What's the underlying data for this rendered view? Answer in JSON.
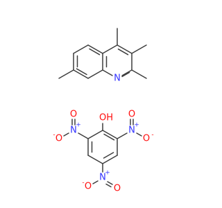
{
  "colors": {
    "bond": "#3d3d3d",
    "nitrogen": "#3333ff",
    "oxygen": "#ff0d0d"
  },
  "labels": {
    "ring_nitrogen": "N",
    "hydroxyl": "OH",
    "nitro_nitrogen": "N",
    "nitro_oxygen": "O",
    "charge_plus": "+",
    "charge_minus": "-"
  }
}
